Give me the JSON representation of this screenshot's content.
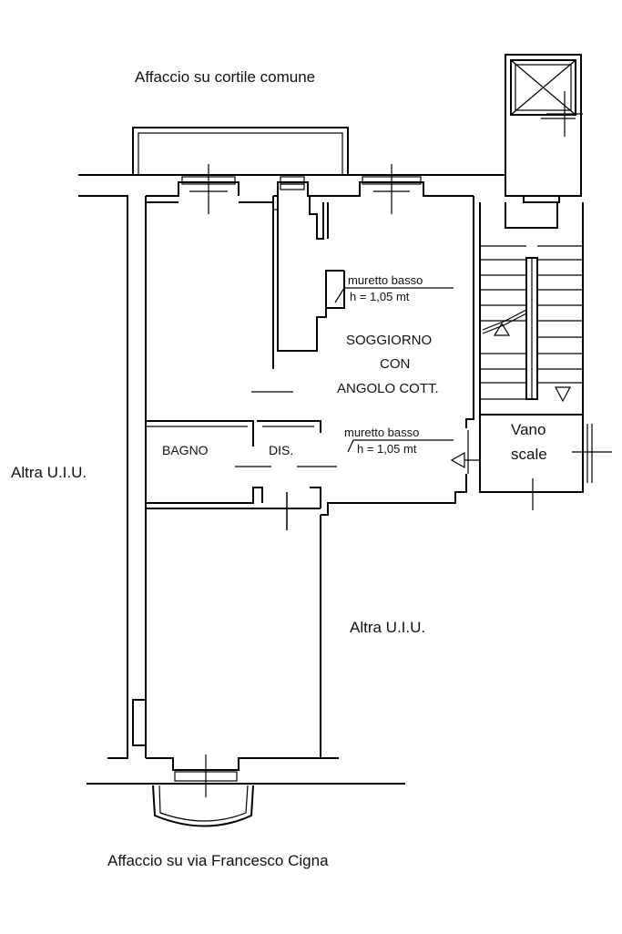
{
  "labels": {
    "top_view": "Affaccio su cortile comune",
    "bottom_view": "Affaccio su via Francesco Cigna",
    "left_unit": "Altra U.I.U.",
    "right_unit": "Altra U.I.U.",
    "living_line1": "SOGGIORNO",
    "living_line2": "CON",
    "living_line3": "ANGOLO COTT.",
    "bath": "BAGNO",
    "corridor": "DIS.",
    "stair_line1": "Vano",
    "stair_line2": "scale",
    "wall1_line1": "muretto basso",
    "wall1_line2": "h = 1,05 mt",
    "wall2_line1": "muretto basso",
    "wall2_line2": "h = 1,05 mt"
  }
}
